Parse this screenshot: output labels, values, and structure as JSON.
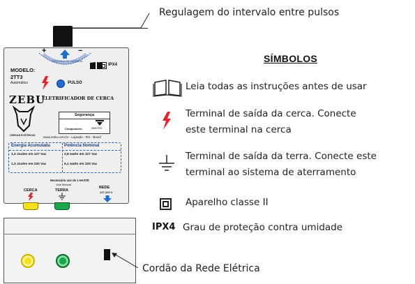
{
  "callouts": {
    "top": "Regulagem do intervalo entre pulsos",
    "bottom": "Cordão da Rede Elétrica"
  },
  "symbols": {
    "title": "SÍMBOLOS",
    "manual_line": "Leia todas as instruções antes de usar",
    "fence_line1": "Terminal de saída da cerca. Conecte",
    "fence_line2": "este terminal na cerca",
    "earth_line1": "Terminal de saída da terra. Conecte este",
    "earth_line2": "terminal ao sistema de aterramento",
    "class2_line": "Aparelho classe II",
    "ipx4_label": "IPX4",
    "ipx4_line": "Grau de proteção contra umidade"
  },
  "device": {
    "plus": "+",
    "minus": "−",
    "dial_label": "CONTROLE DE CADÊNCIA",
    "ipx4": "IPX4",
    "model_label": "MODELO:",
    "model_value": "2TT3",
    "model_sub": "Automático",
    "pulse": "PULSO",
    "brand": "ZEBU",
    "product": "ELETRIFICADOR DE CERCA",
    "logo_caption": "CERCAS ELÉTRICAS",
    "seal_title": "Segurança",
    "seal_sub": "Compulsório",
    "seal_org": "INMETRO",
    "website": "www.zebu.com.br - Lajeado - RS - Brasil",
    "energy_header": "Energia Acumulada",
    "power_header": "Potência Nominal",
    "energy_127": "1,3 Joules em 127 Vac",
    "energy_220": "1,3 Joules em 220 Vac",
    "power_127": "2,8 watts em 127 Vac",
    "power_220": "6,1 watts em 220 Vac",
    "footer_note": "Necessário uso de 1 HASTE",
    "footer_sub": "Vide Manual",
    "cerca": "CERCA",
    "terra": "TERRA",
    "rede": "REDE",
    "rede_v": "127-220 V"
  },
  "colors": {
    "fence_red": "#e8232a",
    "pulse_blue": "#1e6fd1",
    "dash_blue": "#2b5fb3",
    "yellow": "#f5e11c",
    "green": "#1aa64a"
  }
}
